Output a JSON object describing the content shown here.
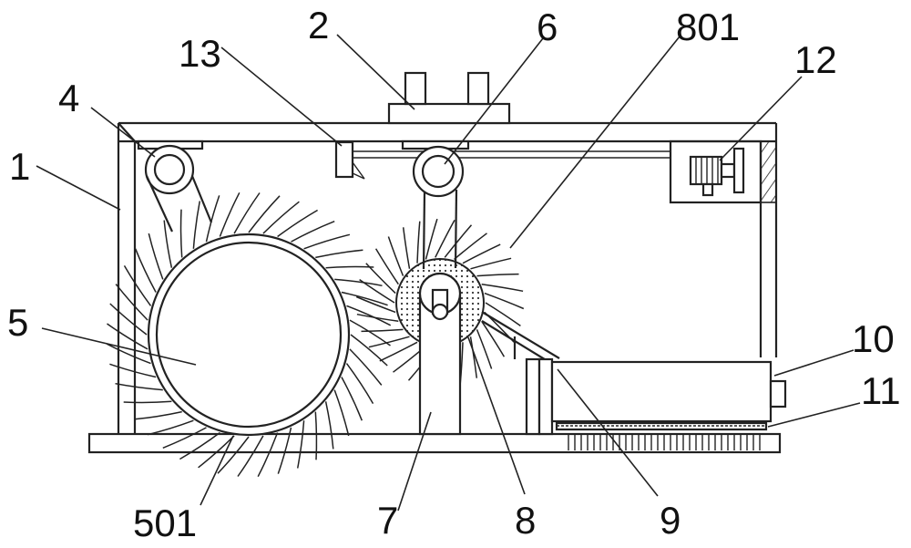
{
  "diagram": {
    "labels": {
      "l1": "1",
      "l2": "2",
      "l4": "4",
      "l5": "5",
      "l6": "6",
      "l7": "7",
      "l8": "8",
      "l9": "9",
      "l10": "10",
      "l11": "11",
      "l12": "12",
      "l13": "13",
      "l501": "501",
      "l801": "801"
    }
  }
}
